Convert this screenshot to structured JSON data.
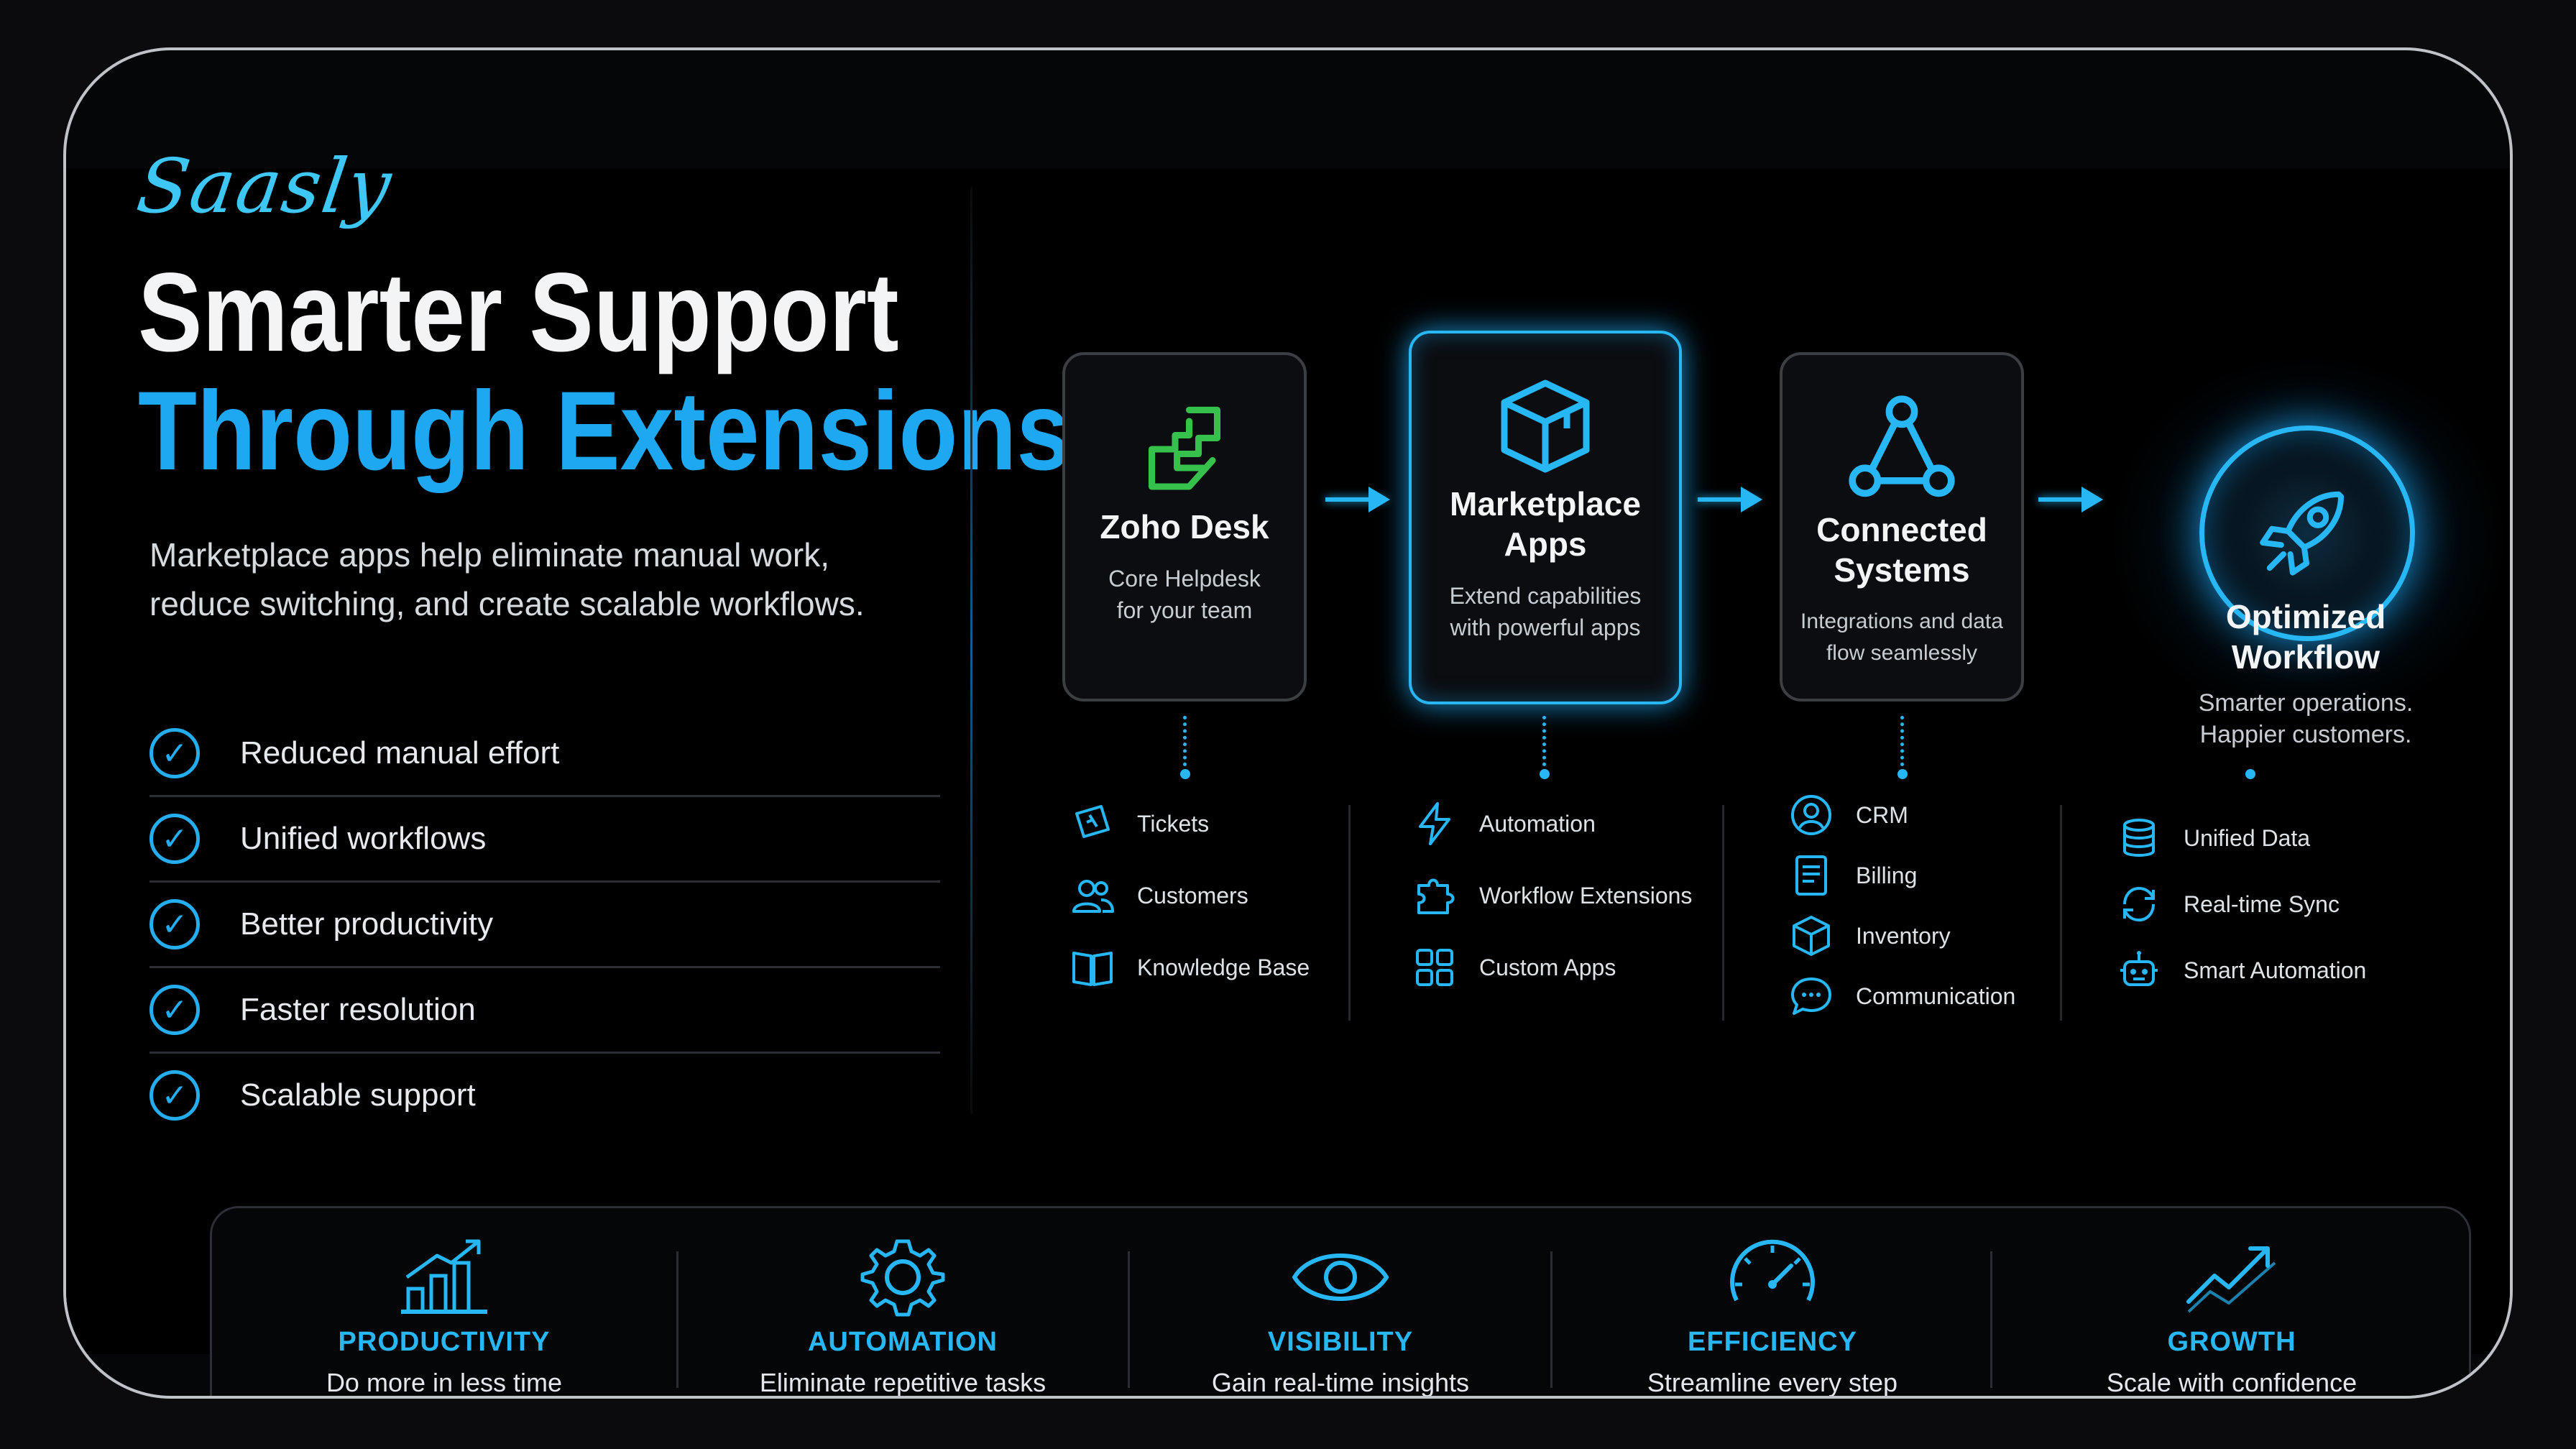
{
  "brand": "Saasly",
  "headline": {
    "line1": "Smarter Support",
    "line2": "Through Extensions"
  },
  "description": "Marketplace apps help eliminate manual work, reduce switching, and create scalable workflows.",
  "benefits_list": [
    "Reduced manual effort",
    "Unified workflows",
    "Better productivity",
    "Faster resolution",
    "Scalable support"
  ],
  "flow": [
    {
      "title": "Zoho Desk",
      "subtitle": "Core Helpdesk for your team",
      "icon": "zoho-desk-icon",
      "items": [
        {
          "label": "Tickets",
          "icon": "ticket-icon"
        },
        {
          "label": "Customers",
          "icon": "users-icon"
        },
        {
          "label": "Knowledge Base",
          "icon": "book-icon"
        }
      ]
    },
    {
      "title": "Marketplace Apps",
      "subtitle": "Extend capabilities with powerful apps",
      "icon": "box-icon",
      "items": [
        {
          "label": "Automation",
          "icon": "bolt-icon"
        },
        {
          "label": "Workflow Extensions",
          "icon": "puzzle-icon"
        },
        {
          "label": "Custom Apps",
          "icon": "grid-icon"
        }
      ]
    },
    {
      "title": "Connected Systems",
      "subtitle": "Integrations and data flow seamlessly",
      "icon": "network-icon",
      "items": [
        {
          "label": "CRM",
          "icon": "user-circle-icon"
        },
        {
          "label": "Billing",
          "icon": "document-icon"
        },
        {
          "label": "Inventory",
          "icon": "cube-icon"
        },
        {
          "label": "Communication",
          "icon": "chat-icon"
        }
      ]
    },
    {
      "title": "Optimized Workflow",
      "subtitle": "Smarter operations. Happier customers.",
      "icon": "rocket-icon",
      "items": [
        {
          "label": "Unified Data",
          "icon": "database-icon"
        },
        {
          "label": "Real-time Sync",
          "icon": "sync-icon"
        },
        {
          "label": "Smart Automation",
          "icon": "robot-icon"
        }
      ]
    }
  ],
  "bottom_benefits": [
    {
      "title": "PRODUCTIVITY",
      "subtitle": "Do more in less time",
      "icon": "bar-chart-icon"
    },
    {
      "title": "AUTOMATION",
      "subtitle": "Eliminate repetitive tasks",
      "icon": "gear-icon"
    },
    {
      "title": "VISIBILITY",
      "subtitle": "Gain real-time insights",
      "icon": "eye-icon"
    },
    {
      "title": "EFFICIENCY",
      "subtitle": "Streamline every step",
      "icon": "gauge-icon"
    },
    {
      "title": "GROWTH",
      "subtitle": "Scale with confidence",
      "icon": "trend-up-icon"
    }
  ],
  "colors": {
    "accent": "#27b7f5",
    "headline_blue": "#1fa8f2",
    "zoho_green": "#36c04c",
    "background": "#000000"
  }
}
